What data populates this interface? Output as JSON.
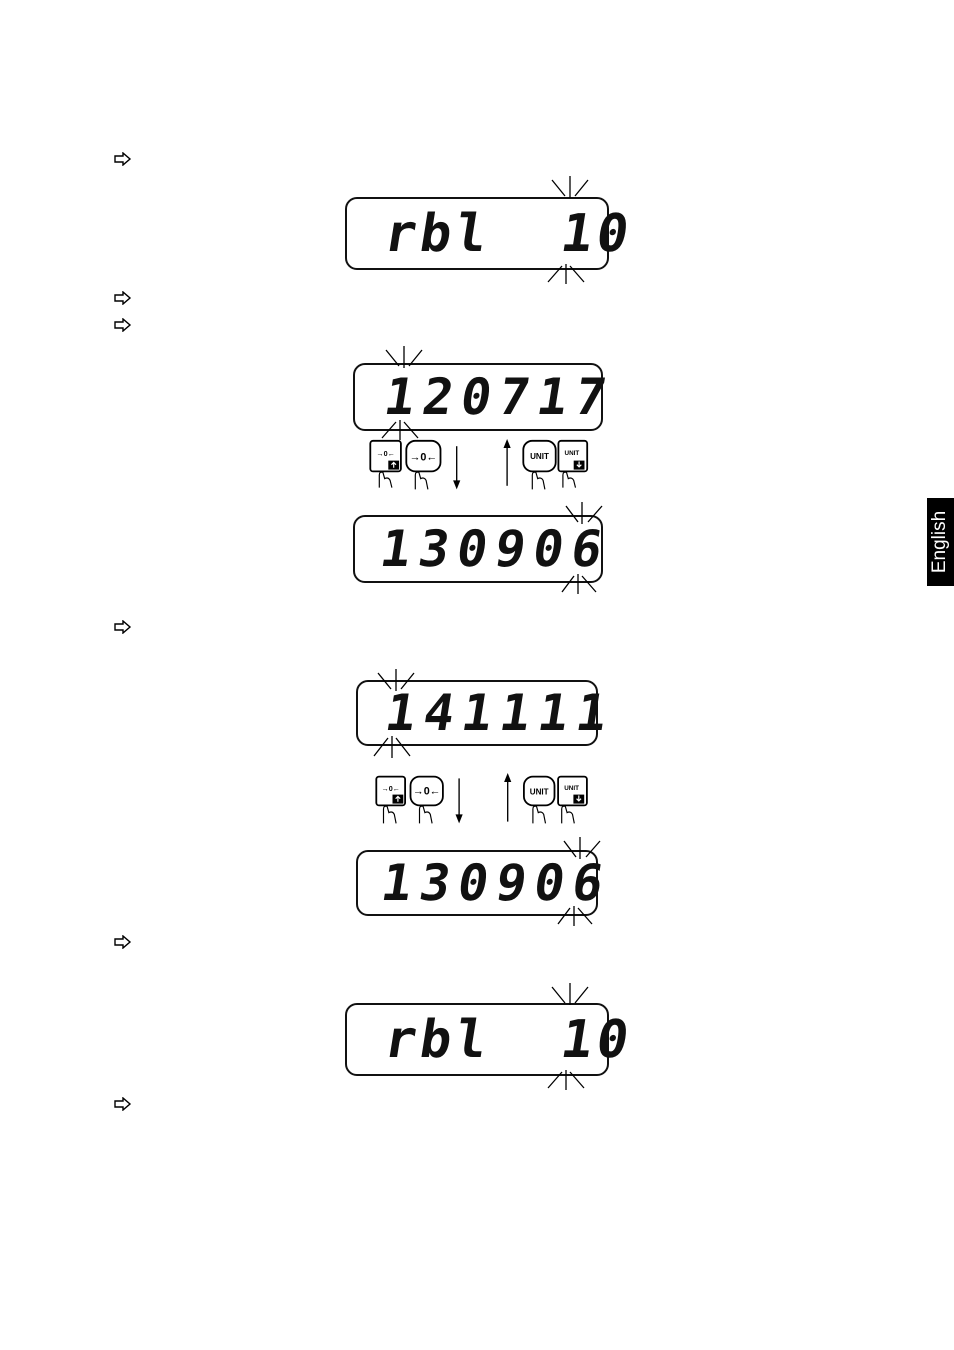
{
  "side_tab": {
    "label": "English"
  },
  "bullet_glyph": "⇨",
  "displays": [
    {
      "text": "rbl  10"
    },
    {
      "text": "120717"
    },
    {
      "text": "130906"
    },
    {
      "text": "141111"
    },
    {
      "text": "130906"
    },
    {
      "text": "rbl  10"
    }
  ],
  "keys": {
    "zero_small": "→0←",
    "zero_large": "→0←",
    "unit_large": "UNIT",
    "unit_small": "UNIT"
  }
}
